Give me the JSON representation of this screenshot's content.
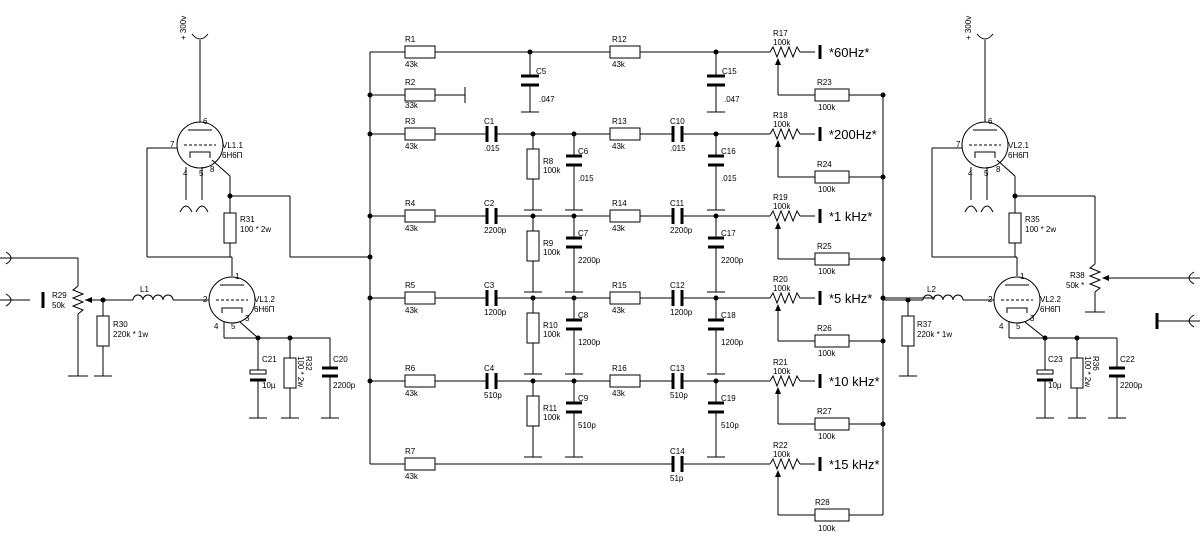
{
  "filter": {
    "rows": [
      {
        "r1": "R1",
        "r1v": "43k",
        "c1": "",
        "c1v": "",
        "rs": "",
        "rsv": "",
        "cs": "C5",
        "csv": ".047",
        "r2": "R12",
        "r2v": "43k",
        "c2": "",
        "c2v": "",
        "cs2": "C15",
        "cs2v": ".047",
        "pot": "R17",
        "potv": "100k",
        "out": "*60Hz*",
        "rf": "R23",
        "rfv": "100k"
      },
      {
        "r1": "R3",
        "r1v": "43k",
        "c1": "C1",
        "c1v": ".015",
        "rs": "R8",
        "rsv": "100k",
        "cs": "C6",
        "csv": ".015",
        "r2": "R13",
        "r2v": "43k",
        "c2": "C10",
        "c2v": ".015",
        "cs2": "C16",
        "cs2v": ".015",
        "pot": "R18",
        "potv": "100k",
        "out": "*200Hz*",
        "rf": "R24",
        "rfv": "100k"
      },
      {
        "r1": "R4",
        "r1v": "43k",
        "c1": "C2",
        "c1v": "2200p",
        "rs": "R9",
        "rsv": "100k",
        "cs": "C7",
        "csv": "2200p",
        "r2": "R14",
        "r2v": "43k",
        "c2": "C11",
        "c2v": "2200p",
        "cs2": "C17",
        "cs2v": "2200p",
        "pot": "R19",
        "potv": "100k",
        "out": "*1 kHz*",
        "rf": "R25",
        "rfv": "100k"
      },
      {
        "r1": "R5",
        "r1v": "43k",
        "c1": "C3",
        "c1v": "1200p",
        "rs": "R10",
        "rsv": "100k",
        "cs": "C8",
        "csv": "1200p",
        "r2": "R15",
        "r2v": "43k",
        "c2": "C12",
        "c2v": "1200p",
        "cs2": "C18",
        "cs2v": "1200p",
        "pot": "R20",
        "potv": "100k",
        "out": "*5 kHz*",
        "rf": "R26",
        "rfv": "100k"
      },
      {
        "r1": "R6",
        "r1v": "43k",
        "c1": "C4",
        "c1v": "510p",
        "rs": "R11",
        "rsv": "100k",
        "cs": "C9",
        "csv": "510p",
        "r2": "R16",
        "r2v": "43k",
        "c2": "C13",
        "c2v": "510p",
        "cs2": "C19",
        "cs2v": "510p",
        "pot": "R21",
        "potv": "100k",
        "out": "*10 kHz*",
        "rf": "R27",
        "rfv": "100k"
      }
    ],
    "r2_label": "R2",
    "r2_value": "33k",
    "r7_label": "R7",
    "r7_value": "43k",
    "c14_label": "C14",
    "c14_value": "51p",
    "r22_label": "R22",
    "r22_value": "100k",
    "out_15k": "*15 kHz*",
    "r28_label": "R28",
    "r28_value": "100k"
  },
  "stage1": {
    "supply": "+ 300v",
    "vl11_label": "VL1.1",
    "vl11_type": "6Н6П",
    "vl12_label": "VL1.2",
    "vl12_type": "6Н6П",
    "pin_6": "6",
    "pin_7": "7",
    "pin_8": "8",
    "pin_4": "4",
    "pin_5": "5",
    "pin_1": "1",
    "pin_2": "2",
    "pin_3": "3",
    "r31_label": "R31",
    "r31_value": "100 * 2w",
    "r29_label": "R29",
    "r29_value": "50k",
    "l1_label": "L1",
    "r30_label": "R30",
    "r30_value": "220k * 1w",
    "c21_label": "C21",
    "c21_value": "10µ",
    "r32_label": "R32",
    "r32_value": "100 * 2w",
    "c20_label": "C20",
    "c20_value": "2200p"
  },
  "stage2": {
    "supply": "+ 300v",
    "vl21_label": "VL2.1",
    "vl21_type": "6Н6П",
    "vl22_label": "VL2.2",
    "vl22_type": "6Н6П",
    "pin_6": "6",
    "pin_7": "7",
    "pin_8": "8",
    "pin_4": "4",
    "pin_5": "5",
    "pin_1": "1",
    "pin_2": "2",
    "pin_3": "3",
    "r35_label": "R35",
    "r35_value": "100 * 2w",
    "r38_label": "R38",
    "r38_value": "50k *",
    "l2_label": "L2",
    "r37_label": "R37",
    "r37_value": "220k * 1w",
    "c23_label": "C23",
    "c23_value": "10µ",
    "r36_label": "R36",
    "r36_value": "100 * 2w",
    "c22_label": "C22",
    "c22_value": "2200p"
  }
}
